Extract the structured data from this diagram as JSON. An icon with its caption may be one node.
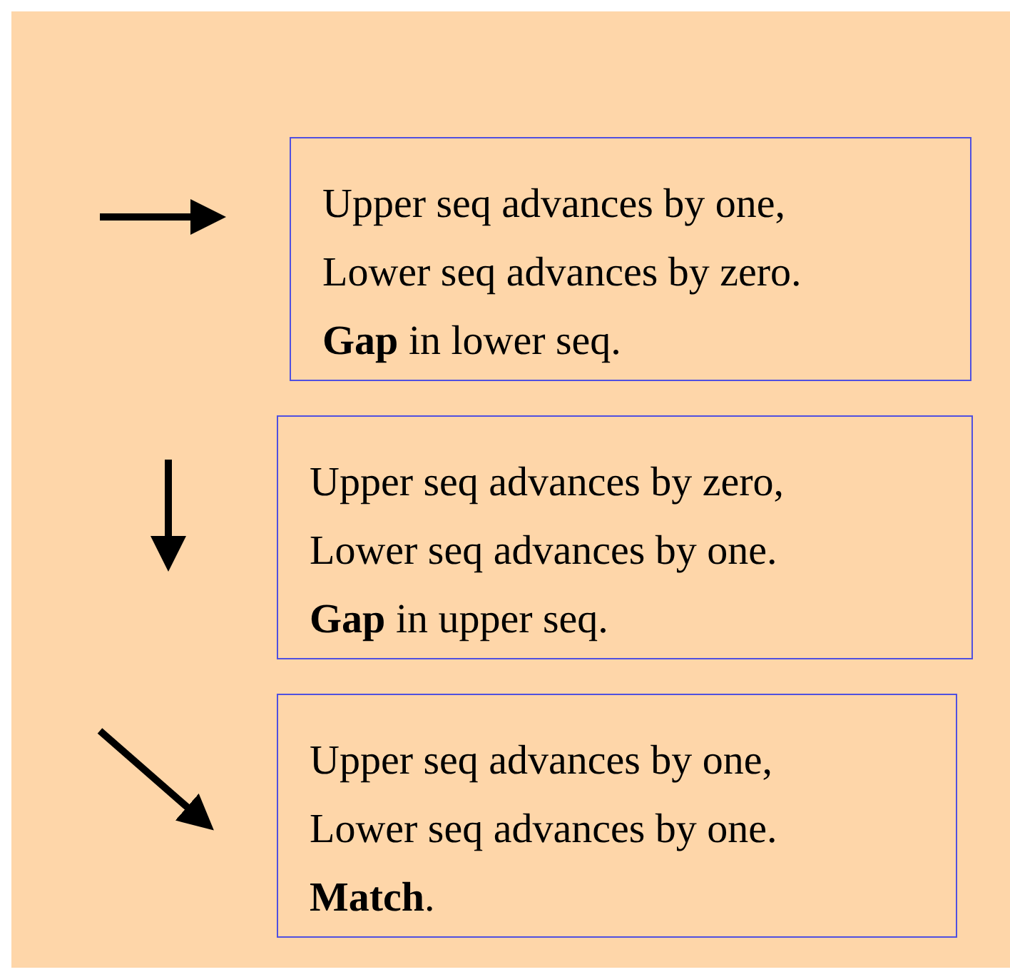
{
  "diagram": {
    "nodes": [
      {
        "text": [
          "Upper seq advances by one,",
          "Lower seq advances by zero.",
          "**Gap** in lower seq."
        ]
      },
      {
        "text": [
          "Upper seq advances by zero,",
          "Lower seq advances by one.",
          "**Gap** in upper seq."
        ]
      },
      {
        "text": [
          "Upper seq advances by one,",
          "Lower seq advances by one.",
          "**Match**."
        ]
      }
    ]
  }
}
